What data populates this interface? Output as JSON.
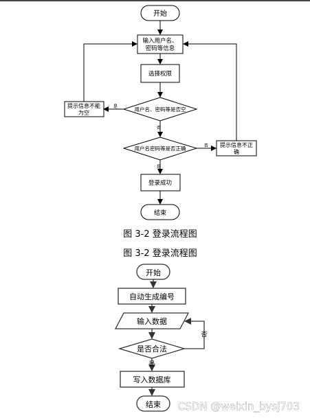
{
  "flow1": {
    "start": "开始",
    "input_line1": "输入用户名、",
    "input_line2": "密码等信息",
    "select_role": "选择权限",
    "decision1": "用户名、密码等是否空",
    "decision1_yes": "是",
    "decision1_no": "否",
    "empty_tip_line1": "提示信息不能",
    "empty_tip_line2": "为空",
    "decision2": "用户名密码等是否正确",
    "decision2_yes": "是",
    "decision2_no": "否",
    "wrong_tip_line1": "提示信息不正",
    "wrong_tip_line2": "确",
    "login_success": "登录成功",
    "end": "结束"
  },
  "caption1": "图 3-2 登录流程图",
  "caption2": "图 3-2 登录流程图",
  "flow2": {
    "start": "开始",
    "auto_number": "自动生成编号",
    "input_data": "输入数据",
    "decision": "是否合法",
    "no_label": "否",
    "yes_label": "是",
    "write_db": "写入数据库",
    "end": "结束"
  },
  "watermark": "CSDN @weixin_bysj703"
}
